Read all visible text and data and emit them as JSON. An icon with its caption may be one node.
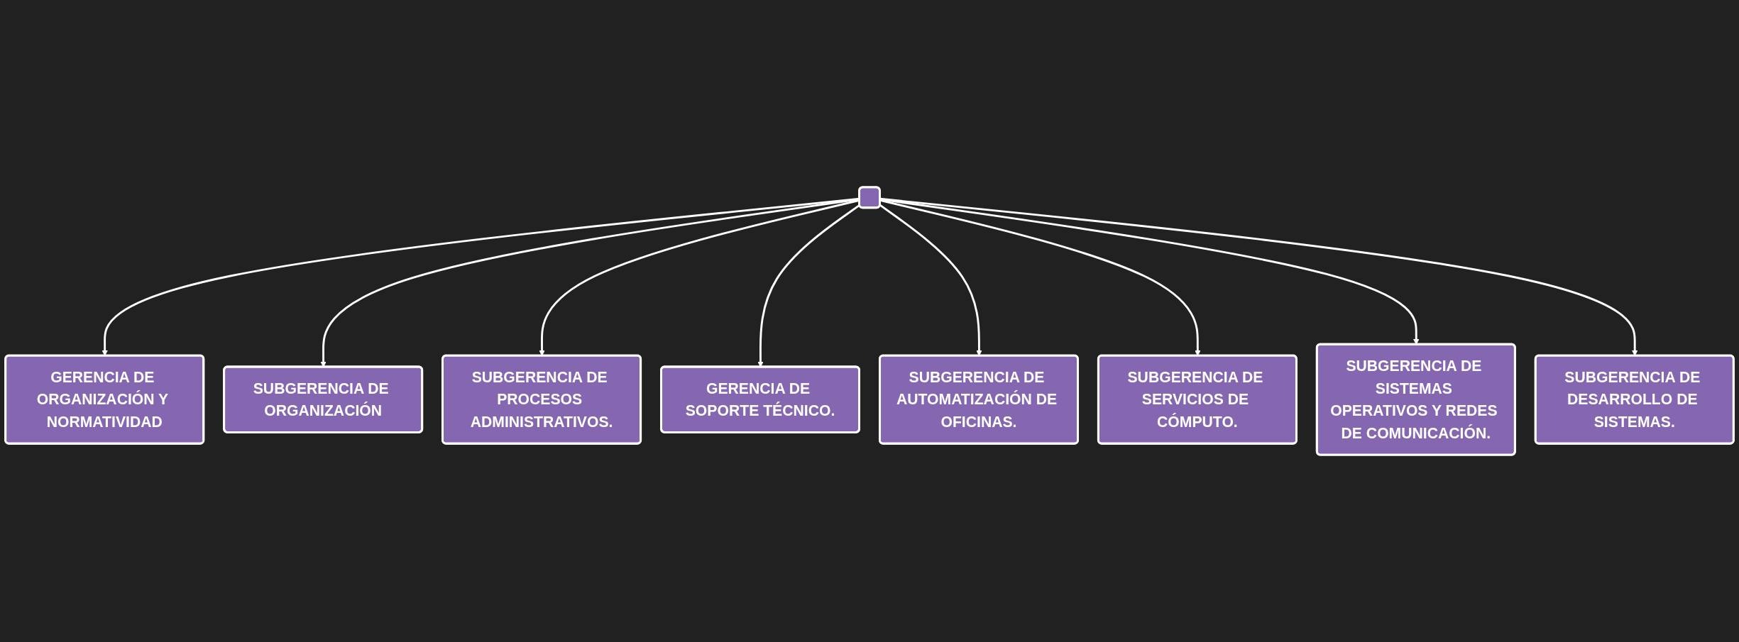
{
  "diagram": {
    "nodes": [
      {
        "text": [],
        "shape": "box"
      },
      {
        "text": [
          "GERENCIA DE ORGANIZACIÓN Y NORMATIVIDAD"
        ]
      },
      {
        "text": [
          "SUBGERENCIA DE ORGANIZACIÓN"
        ]
      },
      {
        "text": [
          "SUBGERENCIA DE PROCESOS ADMINISTRATIVOS."
        ]
      },
      {
        "text": [
          "GERENCIA DE SOPORTE TÉCNICO."
        ]
      },
      {
        "text": [
          "SUBGERENCIA DE AUTOMATIZACIÓN DE OFICINAS."
        ]
      },
      {
        "text": [
          "SUBGERENCIA DE SERVICIOS DE CÓMPUTO."
        ]
      },
      {
        "text": [
          "SUBGERENCIA DE SISTEMAS OPERATIVOS Y REDES DE COMUNICACIÓN."
        ]
      },
      {
        "text": [
          "SUBGERENCIA DE DESARROLLO DE SISTEMAS."
        ]
      }
    ],
    "edges": [
      {
        "from": 0,
        "to": 1,
        "arrow": "to"
      },
      {
        "from": 0,
        "to": 2,
        "arrow": "to"
      },
      {
        "from": 0,
        "to": 3,
        "arrow": "to"
      },
      {
        "from": 0,
        "to": 4,
        "arrow": "to"
      },
      {
        "from": 0,
        "to": 5,
        "arrow": "to"
      },
      {
        "from": 0,
        "to": 6,
        "arrow": "to"
      },
      {
        "from": 0,
        "to": 7,
        "arrow": "to"
      },
      {
        "from": 0,
        "to": 8,
        "arrow": "to"
      }
    ]
  }
}
